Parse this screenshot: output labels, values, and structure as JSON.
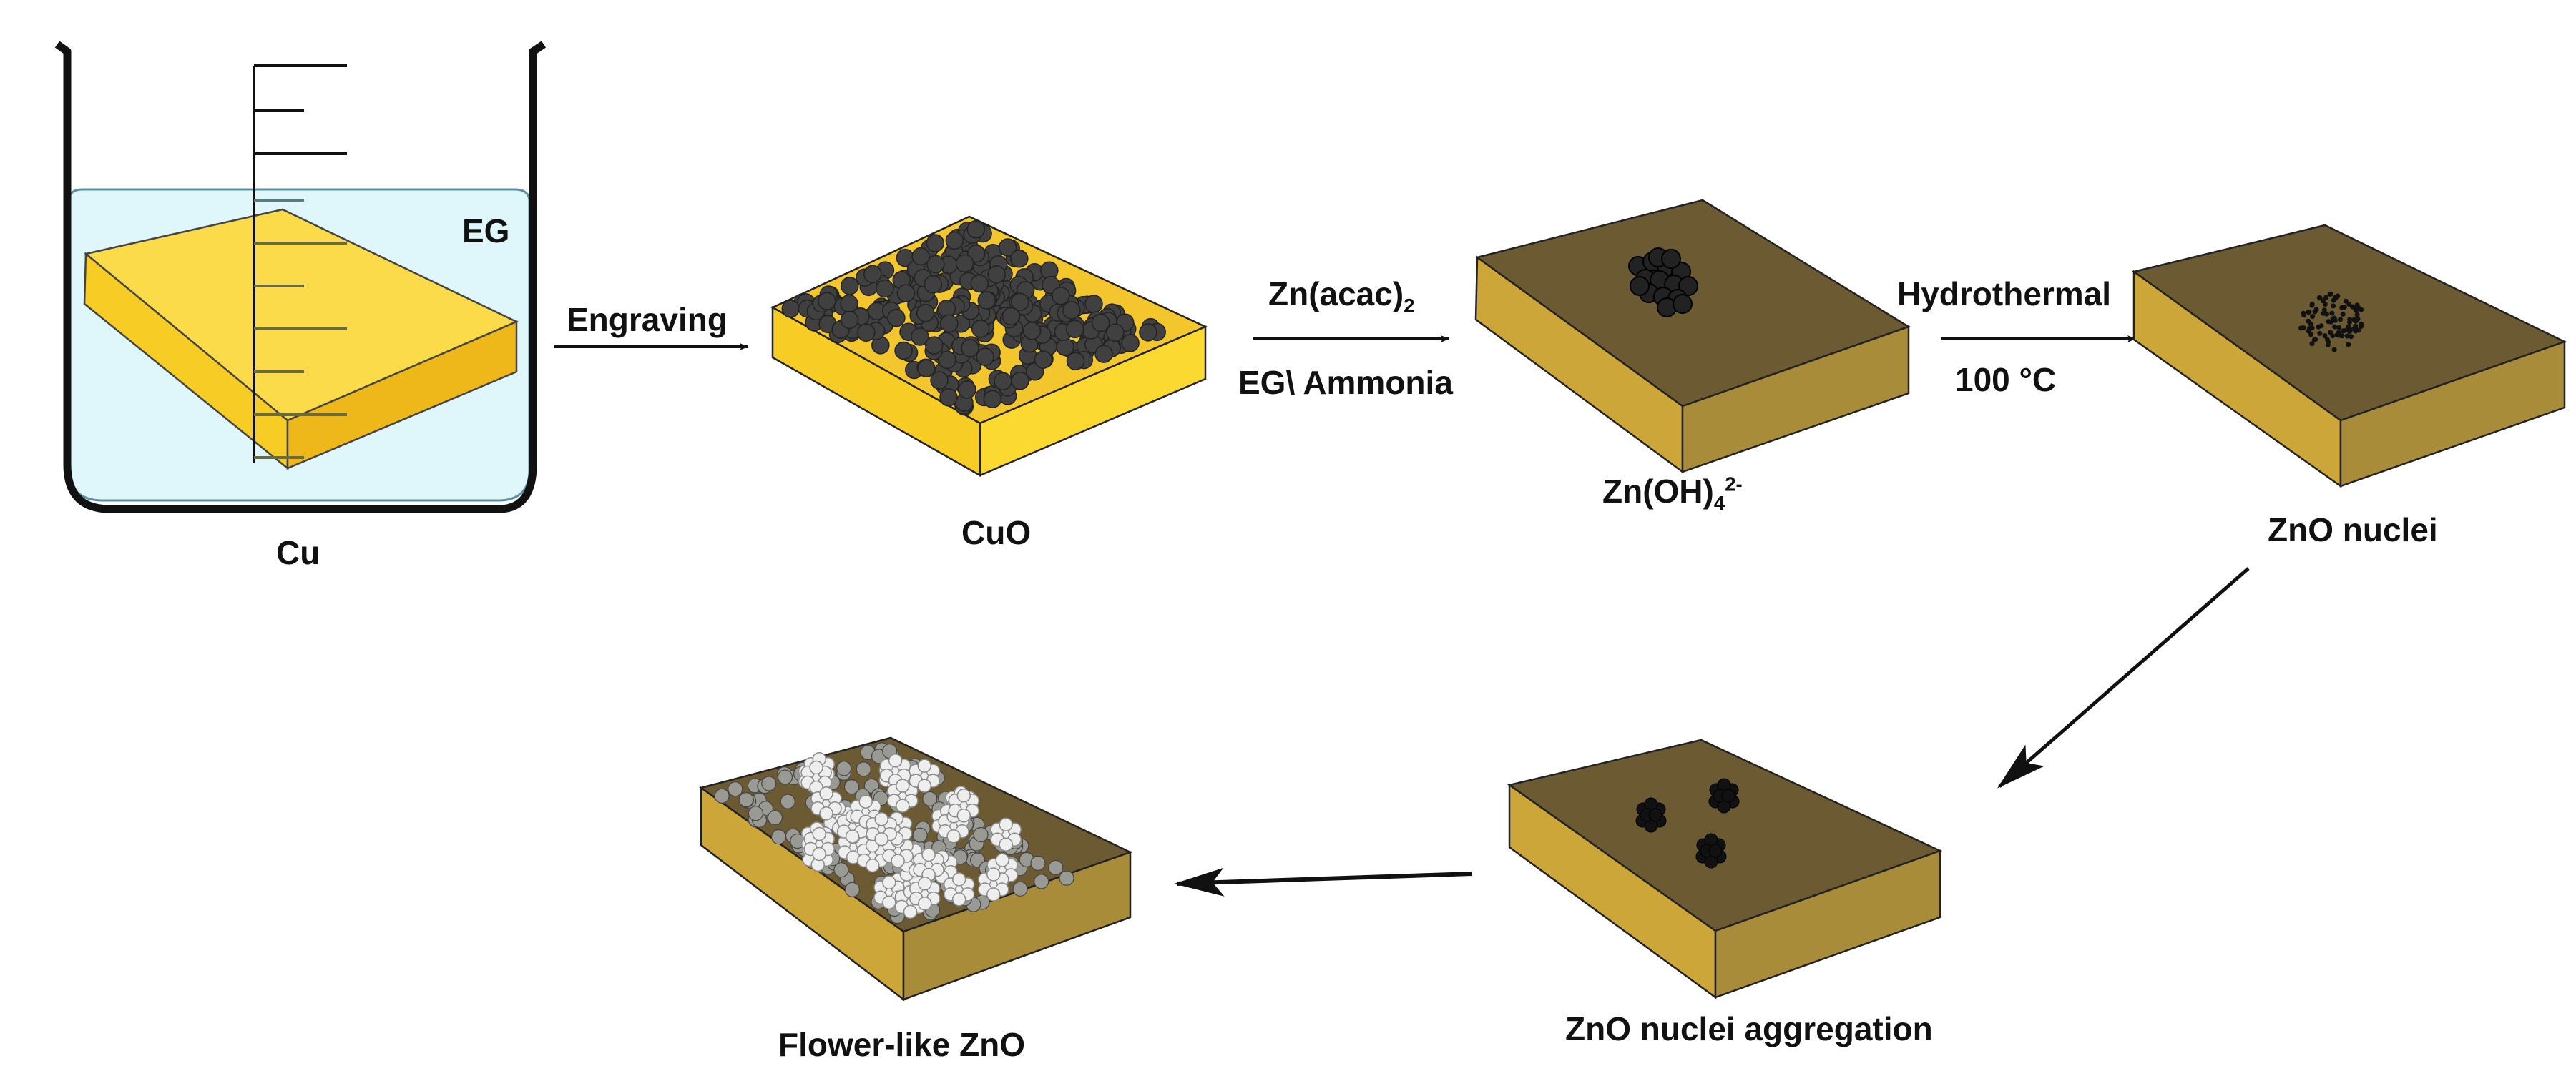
{
  "labels": {
    "eg": "EG",
    "cu": "Cu",
    "cuo": "CuO",
    "zn_oh4": "Zn(OH)",
    "zn_oh4_sub": "4",
    "zn_oh4_sup": "2-",
    "zno_nuclei": "ZnO nuclei",
    "zno_nuclei_aggregation": "ZnO nuclei aggregation",
    "flower_like_zno": "Flower-like ZnO"
  },
  "arrows": {
    "engraving": "Engraving",
    "zn_acac": "Zn(acac)",
    "zn_acac_sub": "2",
    "eg_ammonia": "EG\\ Ammonia",
    "hydrothermal": "Hydrothermal",
    "temperature": "100 °C"
  },
  "colors": {
    "solution": "#dff6fb",
    "copper_top": "#fcdb4a",
    "copper_front": "#f7cc24",
    "copper_side": "#eeb81a",
    "oxide_top": "#6b5a32",
    "oxide_front": "#cda63a",
    "oxide_side": "#a98c3a",
    "cuo_particle": "#404040",
    "zno_particle": "#111111",
    "flower": "#eeeeee"
  }
}
